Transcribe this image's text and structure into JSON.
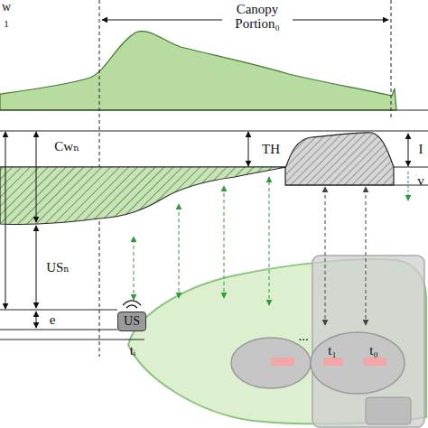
{
  "diagram": {
    "nodes": [
      {
        "text": [
          "US"
        ]
      }
    ],
    "labels": [
      "w",
      "1",
      "Canopy Portion₀",
      "Cwₙ",
      "TH",
      "I",
      "v",
      "USₙ",
      "e",
      "tᵢ",
      "...",
      "t₁",
      "t₀"
    ]
  }
}
